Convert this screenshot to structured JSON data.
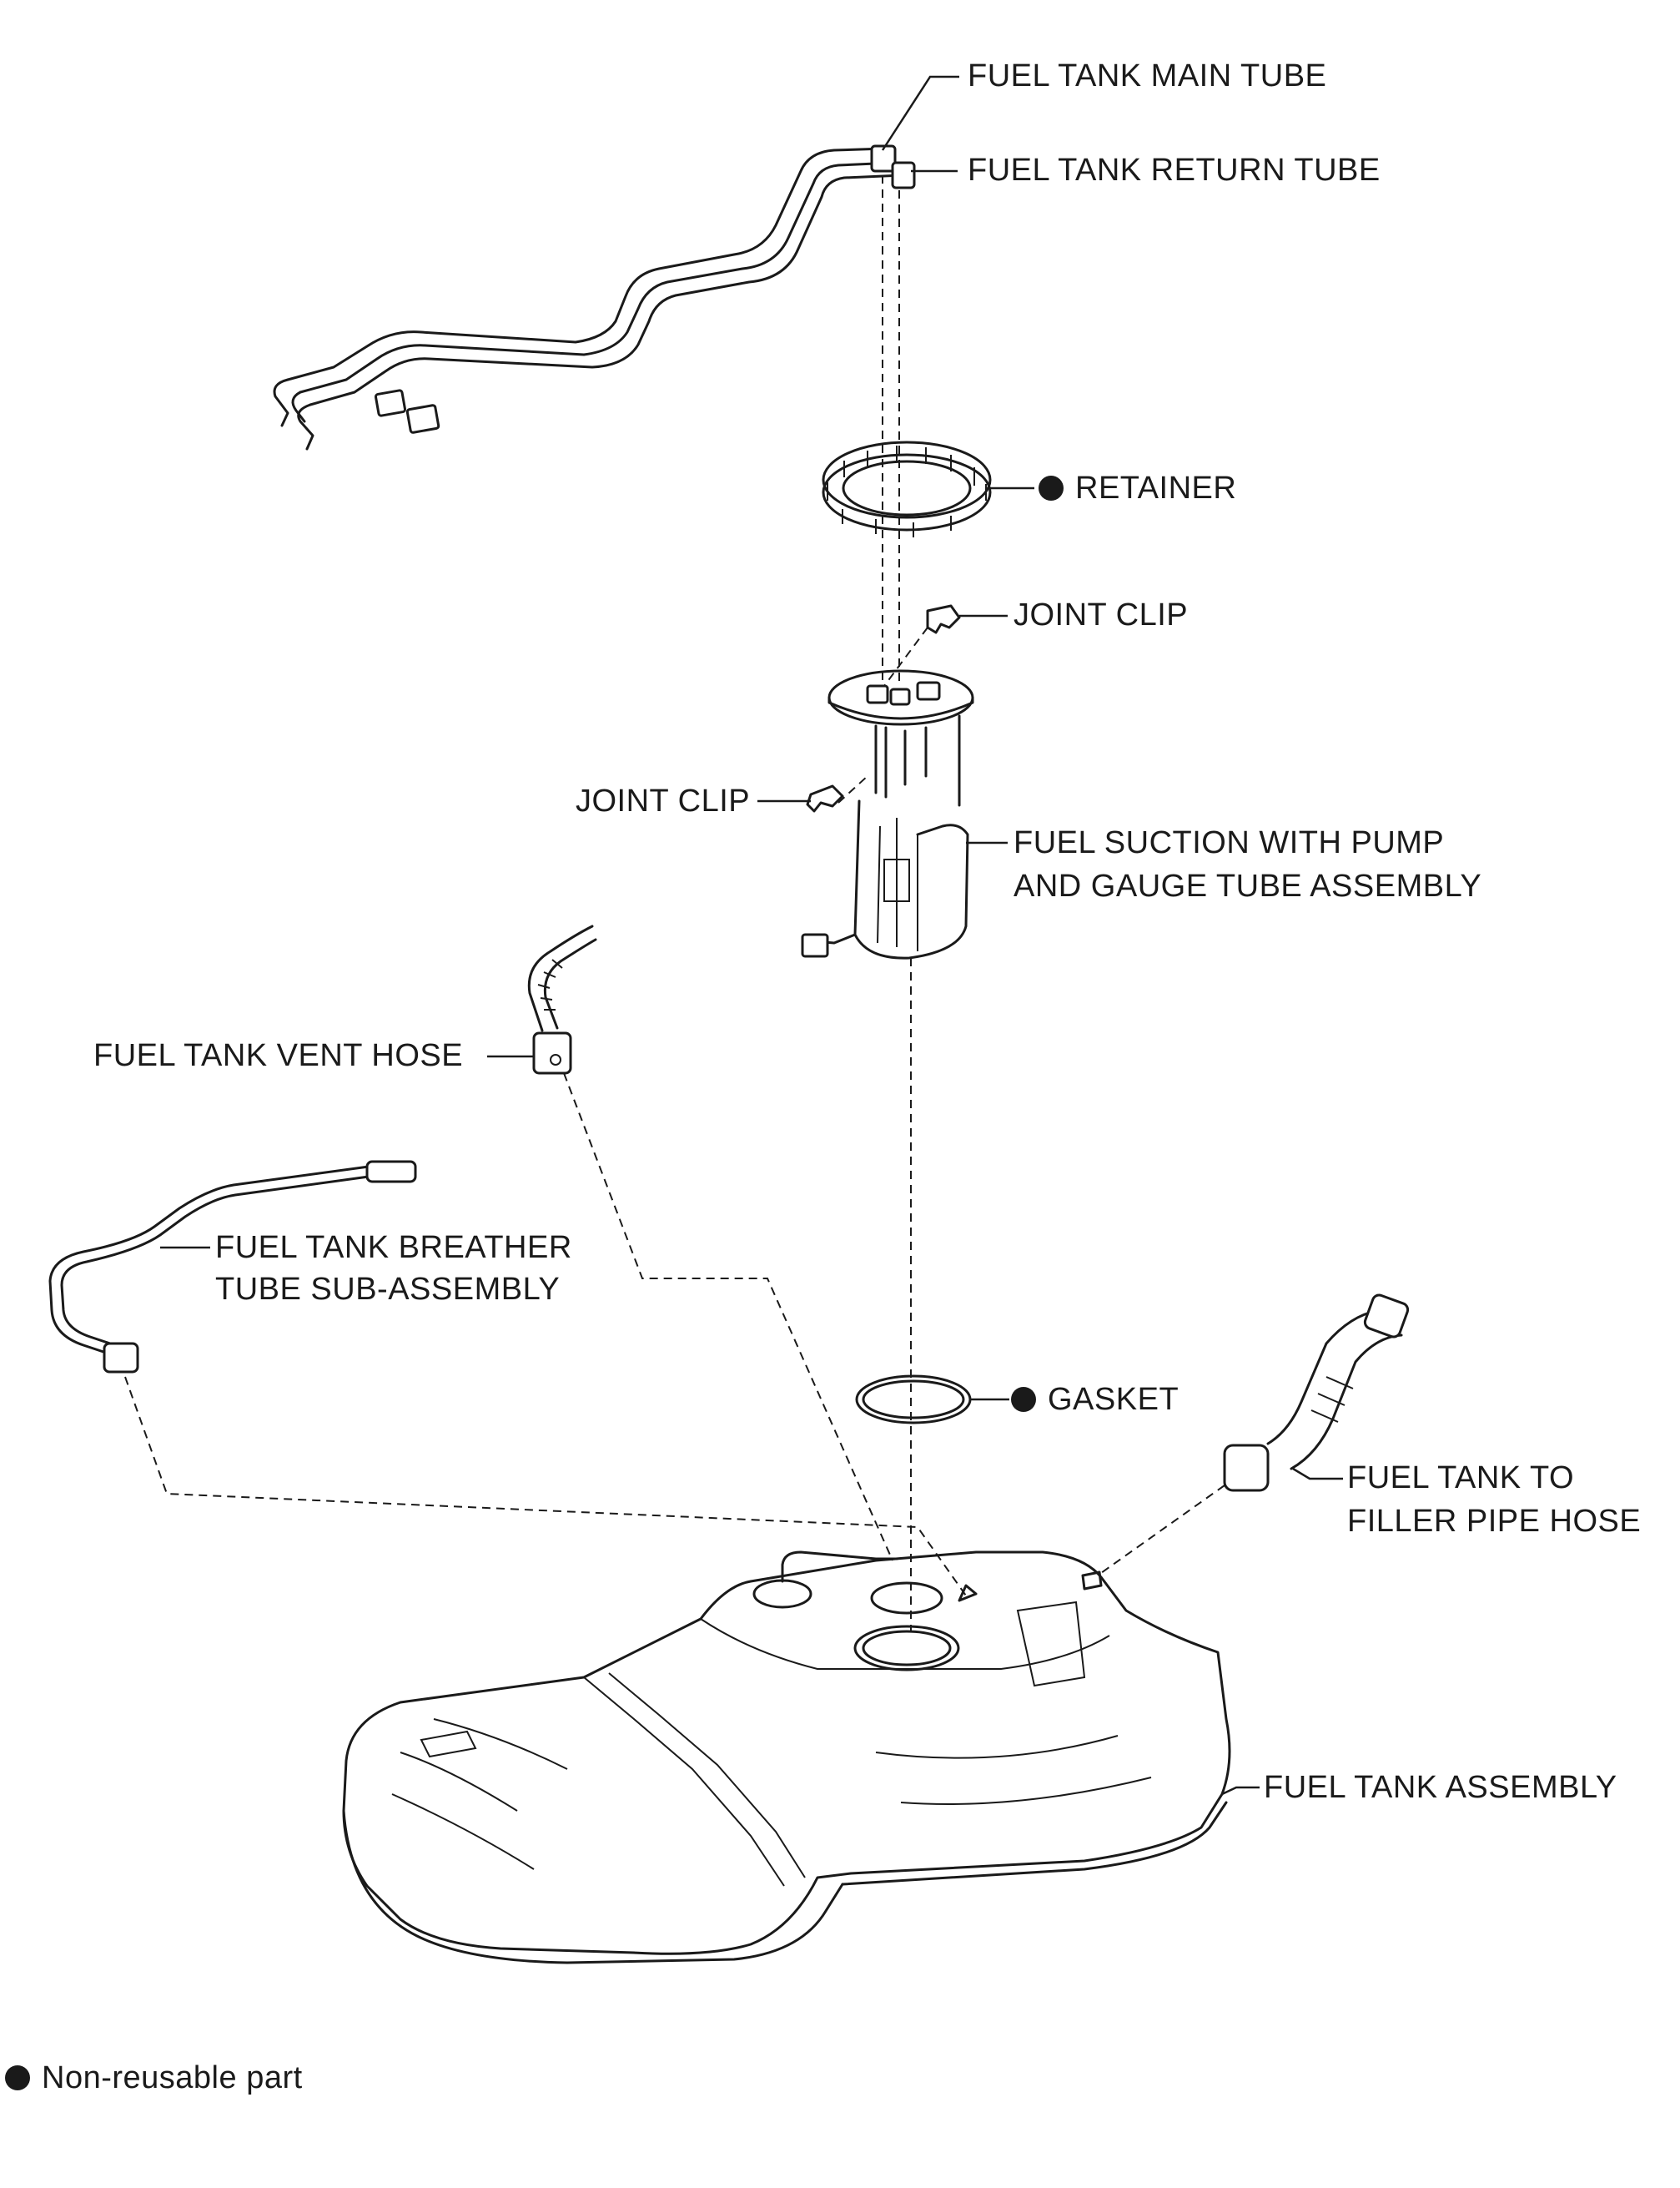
{
  "labels": {
    "main_tube": "FUEL TANK MAIN TUBE",
    "return_tube": "FUEL TANK RETURN TUBE",
    "retainer": "RETAINER",
    "joint_clip_upper": "JOINT CLIP",
    "joint_clip_lower": "JOINT CLIP",
    "pump_line1": "FUEL SUCTION WITH PUMP",
    "pump_line2": "AND GAUGE TUBE ASSEMBLY",
    "vent_hose": "FUEL TANK VENT HOSE",
    "breather_line1": "FUEL TANK BREATHER",
    "breather_line2": "TUBE SUB-ASSEMBLY",
    "gasket": "GASKET",
    "filler_line1": "FUEL TANK TO",
    "filler_line2": "FILLER PIPE HOSE",
    "tank": "FUEL TANK ASSEMBLY"
  },
  "legend": {
    "text": "Non-reusable part"
  },
  "non_reusable_parts": [
    "RETAINER",
    "GASKET"
  ]
}
